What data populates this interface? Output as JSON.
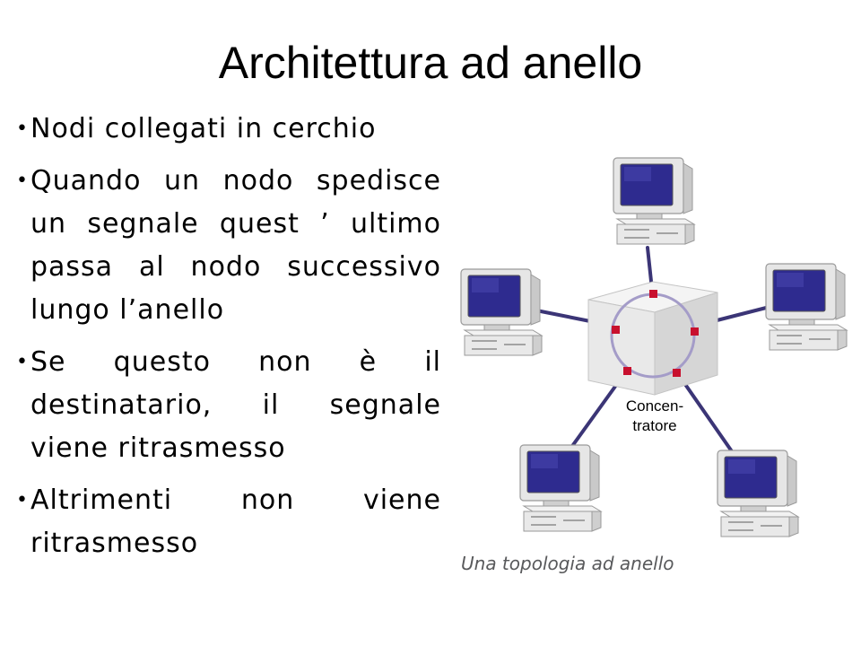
{
  "slide": {
    "title": "Architettura ad anello",
    "bullets": [
      "Nodi collegati in cerchio",
      "Quando un nodo spedisce un segnale quest ’ ultimo passa al nodo successivo lungo l’anello",
      "Se questo non è il destinatario, il segnale viene ritrasmesso",
      "Altrimenti non viene ritrasmesso"
    ]
  },
  "figure": {
    "hub_label_line1": "Concen-",
    "hub_label_line2": "tratore",
    "caption": "Una topologia ad anello",
    "colors": {
      "cable": "#3b3576",
      "ring": "#a49cc8",
      "port": "#c8102e",
      "screen": "#2e2b8f",
      "monitor": "#e4e4e4",
      "hub": "#e9e9e9"
    }
  }
}
